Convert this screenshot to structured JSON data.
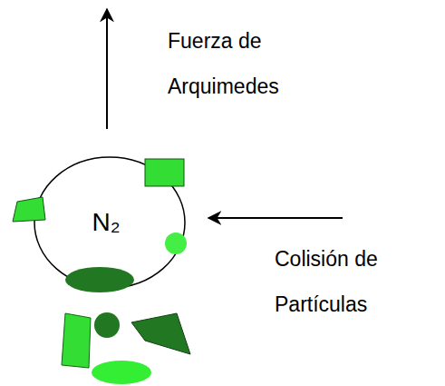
{
  "diagram": {
    "nodes": [
      {
        "text": [
          "N₂"
        ]
      }
    ],
    "labels": [
      "Fuerza de Arquimedes",
      "Colisión de Partículas"
    ]
  }
}
